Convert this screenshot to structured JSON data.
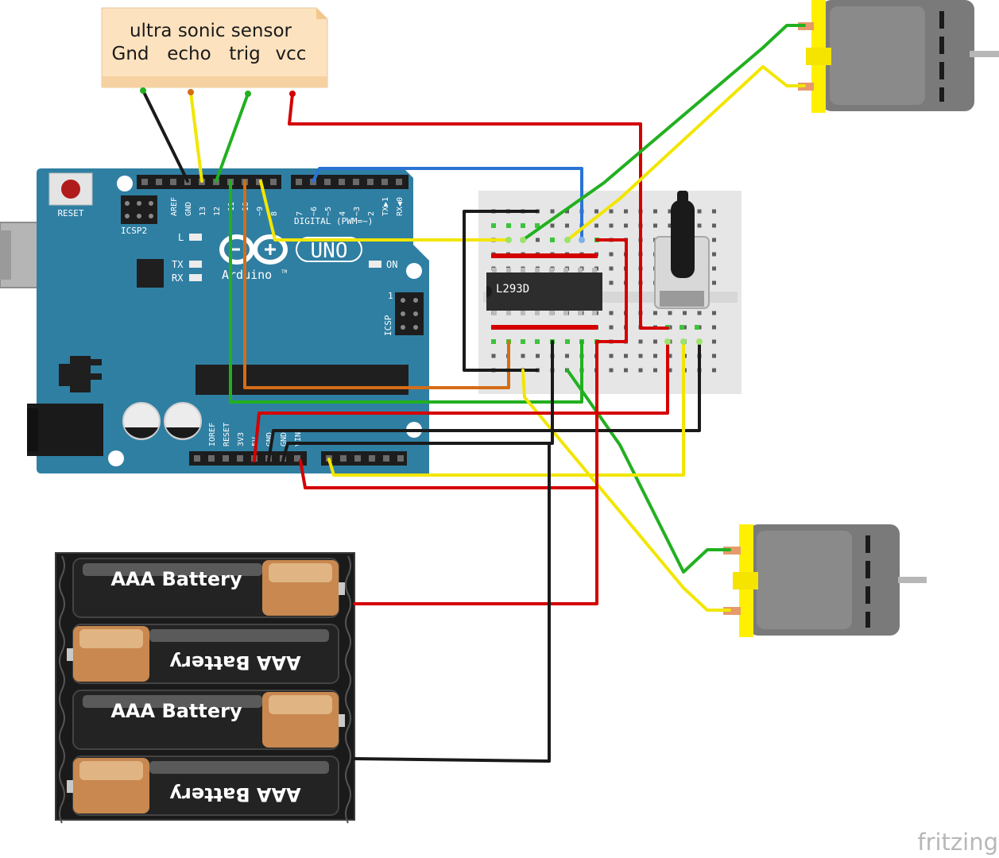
{
  "sensor_note": {
    "title": "ultra sonic sensor",
    "pins": [
      "Gnd",
      "echo",
      "trig",
      "vcc"
    ]
  },
  "arduino": {
    "reset_label": "RESET",
    "icsp2_label": "ICSP2",
    "led_l": "L",
    "led_tx": "TX",
    "led_rx": "RX",
    "brand": "Arduino",
    "tm": "TM",
    "model": "UNO",
    "on_label": "ON",
    "icsp_label": "ICSP",
    "icsp_pin1": "1",
    "digital_label": "DIGITAL (PWM=~)",
    "top_pin_labels": [
      "AREF",
      "GND",
      "13",
      "12",
      "~11",
      "~10",
      "~9",
      "8",
      "7",
      "~6",
      "~5",
      "4",
      "~3",
      "2",
      "TX▶1",
      "RX◀0"
    ],
    "power_pin_labels": [
      "IOREF",
      "RESET",
      "3V3",
      "5V",
      "GND",
      "GND",
      "VIN"
    ]
  },
  "chip": {
    "label": "L293D"
  },
  "batteries": [
    {
      "label": "AAA Battery",
      "flipped": false
    },
    {
      "label": "AAA Battery",
      "flipped": true
    },
    {
      "label": "AAA Battery",
      "flipped": false
    },
    {
      "label": "AAA Battery",
      "flipped": true
    }
  ],
  "watermark": "fritzing",
  "colors": {
    "board": "#2f7fa3",
    "board_dark": "#26698a",
    "note_bg": "#fde2bf",
    "breadboard": "#e8e8e8",
    "chip": "#2d2d2d",
    "motor_body": "#7a7a7a",
    "motor_cap": "#ffef00",
    "battery_copper": "#c8884f",
    "battery_black": "#232323",
    "wire_red": "#d40000",
    "wire_black": "#1a1a1a",
    "wire_green": "#22b020",
    "wire_yellow": "#f2e600",
    "wire_blue": "#2a73d4",
    "wire_orange": "#d56d18"
  }
}
